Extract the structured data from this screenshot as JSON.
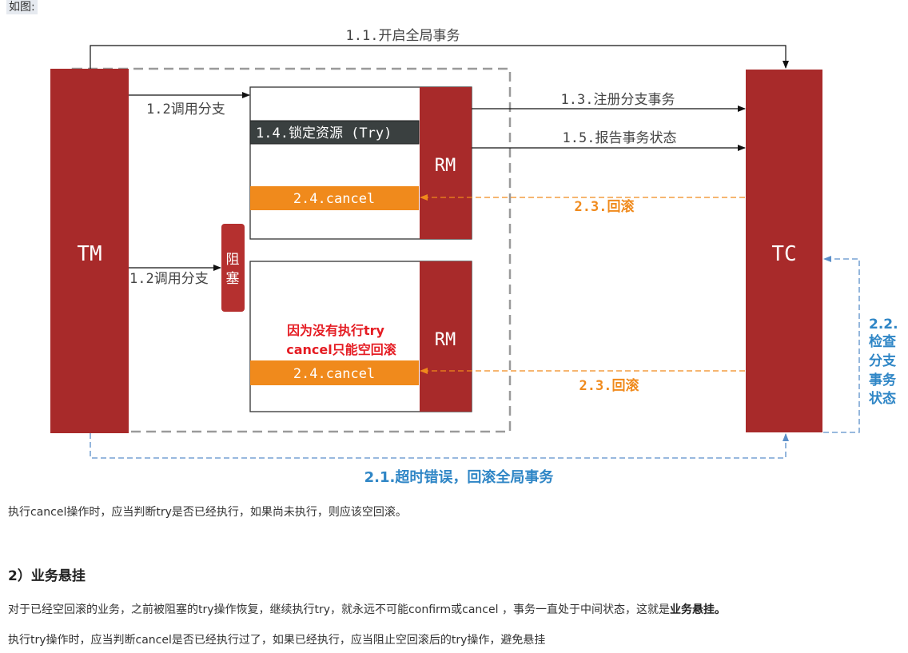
{
  "intro_label": "如图:",
  "diagram": {
    "tm_label": "TM",
    "tc_label": "TC",
    "rm_label_1": "RM",
    "rm_label_2": "RM",
    "block_label": [
      "阻",
      "塞"
    ],
    "step_1_1": "1.1.开启全局事务",
    "step_1_2_a": "1.2调用分支",
    "step_1_2_b": "1.2调用分支",
    "step_1_3": "1.3.注册分支事务",
    "step_1_4": "1.4.锁定资源 (Try)",
    "step_1_5": "1.5.报告事务状态",
    "step_2_1": "2.1.超时错误，回滚全局事务",
    "step_2_2": [
      "2.2.",
      "检查",
      "分支",
      "事务",
      "状态"
    ],
    "step_2_3_a": "2.3.回滚",
    "step_2_3_b": "2.3.回滚",
    "step_2_4_a": "2.4.cancel",
    "step_2_4_b": "2.4.cancel",
    "note": [
      "因为没有执行try",
      "cancel只能空回滚"
    ],
    "colors": {
      "red": "#a82a2a",
      "orange": "#f08a1c",
      "blue": "#2f86c6",
      "dark": "#3a4040"
    }
  },
  "text": {
    "para1": "执行cancel操作时，应当判断try是否已经执行，如果尚未执行，则应该空回滚。",
    "heading": "2）业务悬挂",
    "para2_pre": "对于已经空回滚的业务，之前被阻塞的try操作恢复，继续执行try，就永远不可能confirm或cancel ，事务一直处于中间状态，这就是",
    "para2_bold": "业务悬挂。",
    "para3": "执行try操作时，应当判断cancel是否已经执行过了，如果已经执行，应当阻止空回滚后的try操作，避免悬挂"
  }
}
